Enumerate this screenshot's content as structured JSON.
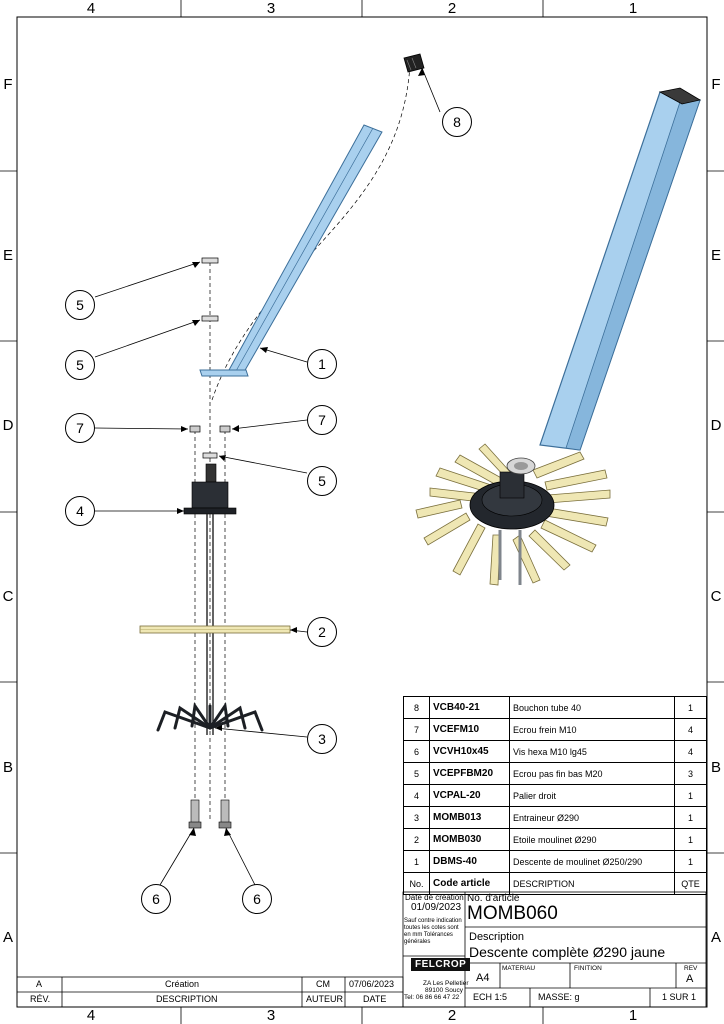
{
  "zones": {
    "columns": [
      "4",
      "3",
      "2",
      "1"
    ],
    "rows": [
      "F",
      "E",
      "D",
      "C",
      "B",
      "A"
    ]
  },
  "balloons": [
    {
      "id": "b8",
      "label": "8"
    },
    {
      "id": "b5a",
      "label": "5"
    },
    {
      "id": "b5b",
      "label": "5"
    },
    {
      "id": "b1",
      "label": "1"
    },
    {
      "id": "b7a",
      "label": "7"
    },
    {
      "id": "b7b",
      "label": "7"
    },
    {
      "id": "b5c",
      "label": "5"
    },
    {
      "id": "b4",
      "label": "4"
    },
    {
      "id": "b2",
      "label": "2"
    },
    {
      "id": "b3",
      "label": "3"
    },
    {
      "id": "b6a",
      "label": "6"
    },
    {
      "id": "b6b",
      "label": "6"
    }
  ],
  "bom": {
    "rows": [
      {
        "no": "8",
        "code": "VCB40-21",
        "desc": "Bouchon tube 40",
        "qty": "1"
      },
      {
        "no": "7",
        "code": "VCEFM10",
        "desc": "Ecrou frein M10",
        "qty": "4"
      },
      {
        "no": "6",
        "code": "VCVH10x45",
        "desc": "Vis hexa M10 lg45",
        "qty": "4"
      },
      {
        "no": "5",
        "code": "VCEPFBM20",
        "desc": "Ecrou pas fin bas M20",
        "qty": "3"
      },
      {
        "no": "4",
        "code": "VCPAL-20",
        "desc": "Palier droit",
        "qty": "1"
      },
      {
        "no": "3",
        "code": "MOMB013",
        "desc": "Entraineur Ø290",
        "qty": "1"
      },
      {
        "no": "2",
        "code": "MOMB030",
        "desc": "Etoile moulinet Ø290",
        "qty": "1"
      },
      {
        "no": "1",
        "code": "DBMS-40",
        "desc": "Descente de moulinet Ø250/290",
        "qty": "1"
      }
    ],
    "header": {
      "no": "No.",
      "code": "Code article",
      "desc": "DESCRIPTION",
      "qty": "QTE"
    }
  },
  "title_block": {
    "creation_date_label": "Date de création",
    "creation_date": "01/09/2023",
    "tolerance_note": "Sauf contre indication toutes les cotes sont en mm Tolérances générales",
    "article_label": "No. d'article",
    "article_no": "MOMB060",
    "description_label": "Description",
    "description": "Descente complète Ø290 jaune",
    "logo_text": "FELCROP",
    "address_line1": "ZA Les Pelletier",
    "address_line2": "89100 Soucy",
    "phone": "Tel: 06 86 66 47 22",
    "format": "A4",
    "material_label": "MATERIAU",
    "finish_label": "FINITION",
    "rev_label": "REV",
    "rev": "A",
    "scale": "ECH 1:5",
    "mass": "MASSE: g",
    "sheet": "1 SUR 1"
  },
  "revision": {
    "rev": "A",
    "description": "Création",
    "author": "CM",
    "date": "07/06/2023",
    "header_rev": "RÉV.",
    "header_desc": "DESCRIPTION",
    "header_author": "AUTEUR",
    "header_date": "DATE"
  },
  "colors": {
    "tube": "#a9d0ee",
    "tube_edge": "#3c6f9a",
    "star": "#efe7b4",
    "star_edge": "#7a6f3c",
    "dark_part": "#262a30"
  }
}
